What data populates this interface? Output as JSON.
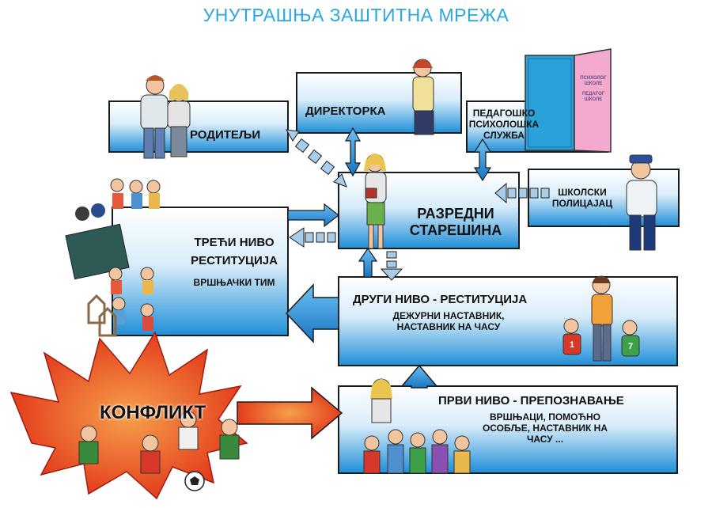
{
  "title": "УНУТРАШЊА ЗАШТИТНА МРЕЖА",
  "nodes": {
    "roditelji": "РОДИТЕЉИ",
    "direktorka": "ДИРЕКТОРКА",
    "ppsluzba": [
      "ПЕДАГОШКО",
      "ПСИХОЛОШКА",
      "СЛУЖБА"
    ],
    "door_sign": [
      "ПСИХОЛОГ ШКОЛЕ",
      "ПЕДАГОГ ШКОЛЕ"
    ],
    "policajac": [
      "ШКОЛСКИ",
      "ПОЛИЦАЈАЦ"
    ],
    "razredni": [
      "РАЗРЕДНИ",
      "СТАРЕШИНА"
    ],
    "treci_title": [
      "ТРЕЋИ НИВО",
      "РЕСТИТУЦИЈА"
    ],
    "treci_sub": "ВРШЊАЧКИ ТИМ",
    "drugi_title": "ДРУГИ НИВО - РЕСТИТУЦИЈА",
    "drugi_sub": [
      "ДЕЖУРНИ НАСТАВНИК,",
      "НАСТАВНИК НА ЧАСУ"
    ],
    "prvi_title": "ПРВИ НИВО - ПРЕПОЗНАВАЊЕ",
    "prvi_sub": [
      "ВРШЊАЦИ, ПОМОЋНО",
      "ОСОБЉЕ, НАСТАВНИК НА",
      "ЧАСУ ..."
    ],
    "konflikt": "КОНФЛИКТ",
    "jersey_numbers": [
      "1",
      "7"
    ]
  },
  "colors": {
    "box_top": "#ffffff",
    "box_bottom": "#1e8fd8",
    "arrow": "#2a93d8",
    "dashed_arrow": "#a9cde8",
    "title": "#2aa7e0",
    "burst": "#e43b1f",
    "door": "#f4a9cf"
  }
}
